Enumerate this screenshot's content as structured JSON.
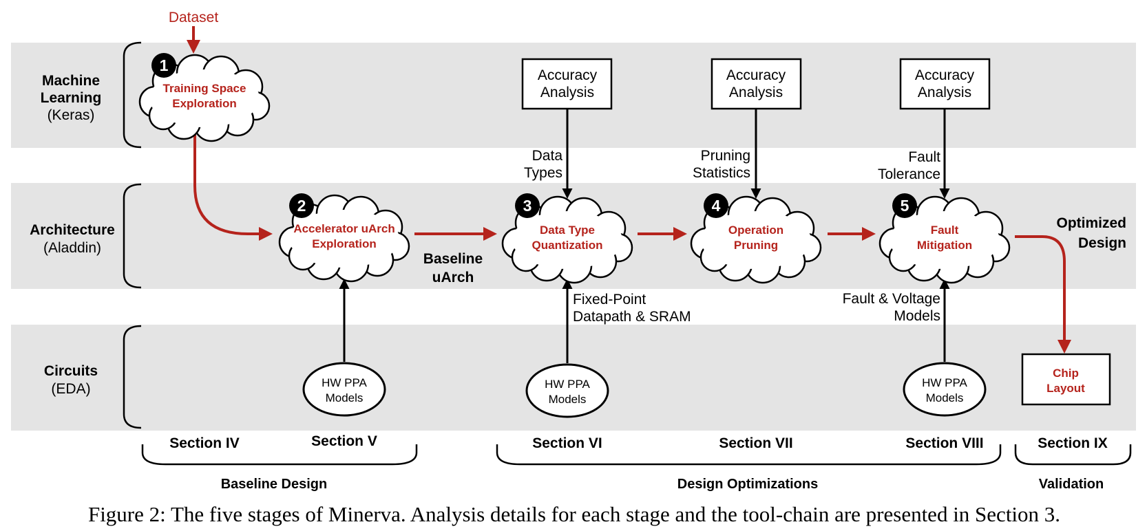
{
  "input": {
    "label": "Dataset"
  },
  "rows": [
    {
      "title_line1": "Machine",
      "title_line2": "Learning",
      "tool": "(Keras)"
    },
    {
      "title": "Architecture",
      "tool": "(Aladdin)"
    },
    {
      "title": "Circuits",
      "tool": "(EDA)"
    }
  ],
  "stages": [
    {
      "num": "1",
      "line1": "Training Space",
      "line2": "Exploration"
    },
    {
      "num": "2",
      "line1": "Accelerator uArch",
      "line2": "Exploration"
    },
    {
      "num": "3",
      "line1": "Data Type",
      "line2": "Quantization"
    },
    {
      "num": "4",
      "line1": "Operation",
      "line2": "Pruning"
    },
    {
      "num": "5",
      "line1": "Fault",
      "line2": "Mitigation"
    }
  ],
  "analysis": {
    "line1": "Accuracy",
    "line2": "Analysis"
  },
  "models": {
    "line1": "HW PPA",
    "line2": "Models"
  },
  "edges": {
    "data_types": [
      "Data",
      "Types"
    ],
    "pruning_stats": [
      "Pruning",
      "Statistics"
    ],
    "fault_tolerance": [
      "Fault",
      "Tolerance"
    ],
    "fixed_point": [
      "Fixed-Point",
      "Datapath & SRAM"
    ],
    "fault_voltage": [
      "Fault & Voltage",
      "Models"
    ],
    "baseline": [
      "Baseline",
      "uArch"
    ],
    "optimized": [
      "Optimized",
      "Design"
    ]
  },
  "chip": {
    "line1": "Chip",
    "line2": "Layout"
  },
  "sections": [
    "Section IV",
    "Section V",
    "Section VI",
    "Section VII",
    "Section VIII",
    "Section IX"
  ],
  "groups": [
    "Baseline Design",
    "Design Optimizations",
    "Validation"
  ],
  "caption": "Figure 2: The five stages of Minerva. Analysis details for each stage and the tool-chain are presented in Section 3.",
  "colors": {
    "accent": "#b5231c",
    "band": "#e4e4e4"
  }
}
